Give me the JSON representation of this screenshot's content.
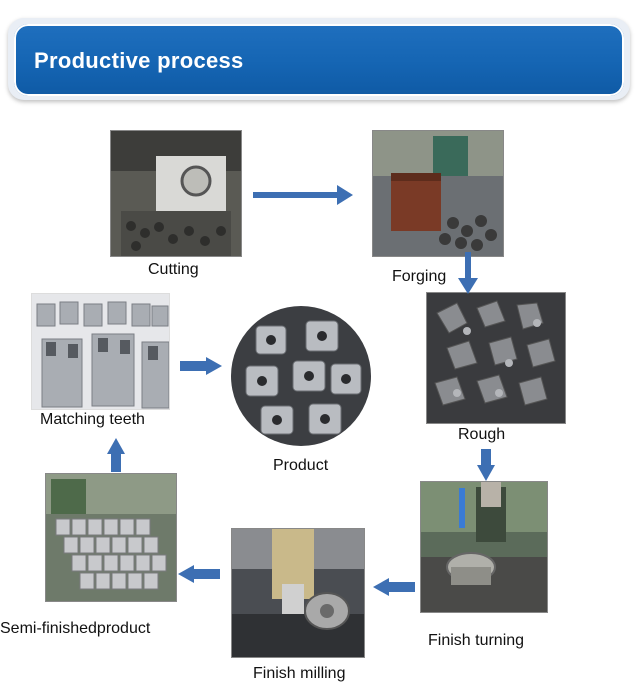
{
  "header": {
    "title": "Productive process"
  },
  "steps": {
    "cutting": "Cutting",
    "forging": "Forging",
    "rough": "Rough",
    "finish_turning": "Finish turning",
    "finish_milling": "Finish milling",
    "semi_finished": "Semi-finishedproduct",
    "matching_teeth": "Matching  teeth",
    "product": "Product"
  },
  "colors": {
    "banner": "#1565b3",
    "arrow": "#3d6fb3"
  }
}
